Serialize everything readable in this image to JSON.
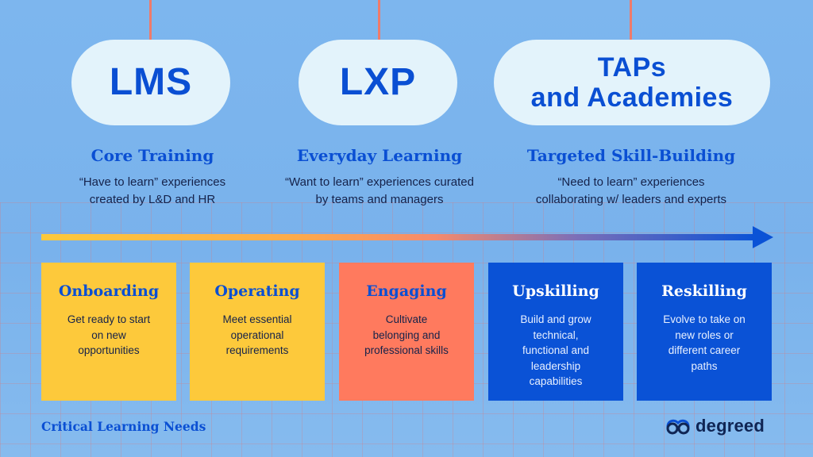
{
  "platforms": [
    {
      "title": "LMS",
      "heading": "Core Training",
      "description": "“Have to learn” experiences\ncreated by L&D and HR"
    },
    {
      "title": "LXP",
      "heading": "Everyday Learning",
      "description": "“Want to learn” experiences curated\nby teams and managers"
    },
    {
      "title": "TAPs\nand Academies",
      "heading": "Targeted Skill-Building",
      "description": "“Need to learn” experiences\ncollaborating w/ leaders and experts"
    }
  ],
  "needs": [
    {
      "title": "Onboarding",
      "description": "Get ready to start\non new\nopportunities",
      "color": "#fdc93b"
    },
    {
      "title": "Operating",
      "description": "Meet essential\noperational\nrequirements",
      "color": "#fdc93b"
    },
    {
      "title": "Engaging",
      "description": "Cultivate\nbelonging and\nprofessional skills",
      "color": "#ff7a5e"
    },
    {
      "title": "Upskilling",
      "description": "Build and grow\ntechnical,\nfunctional and\nleadership\ncapabilities",
      "color": "#0a52d6"
    },
    {
      "title": "Reskilling",
      "description": "Evolve to take on\nnew roles or\ndifferent career\npaths",
      "color": "#0a52d6"
    }
  ],
  "footer": {
    "label": "Critical Learning Needs"
  },
  "logo": {
    "text": "degreed",
    "icon": "degreed-logo-icon"
  },
  "colors": {
    "accent_blue": "#0a4fd3",
    "pill_bg": "#e3f3fb",
    "hanger": "#ee7b6b",
    "arrow_start": "#fdc93b",
    "arrow_end": "#0a52d6"
  }
}
